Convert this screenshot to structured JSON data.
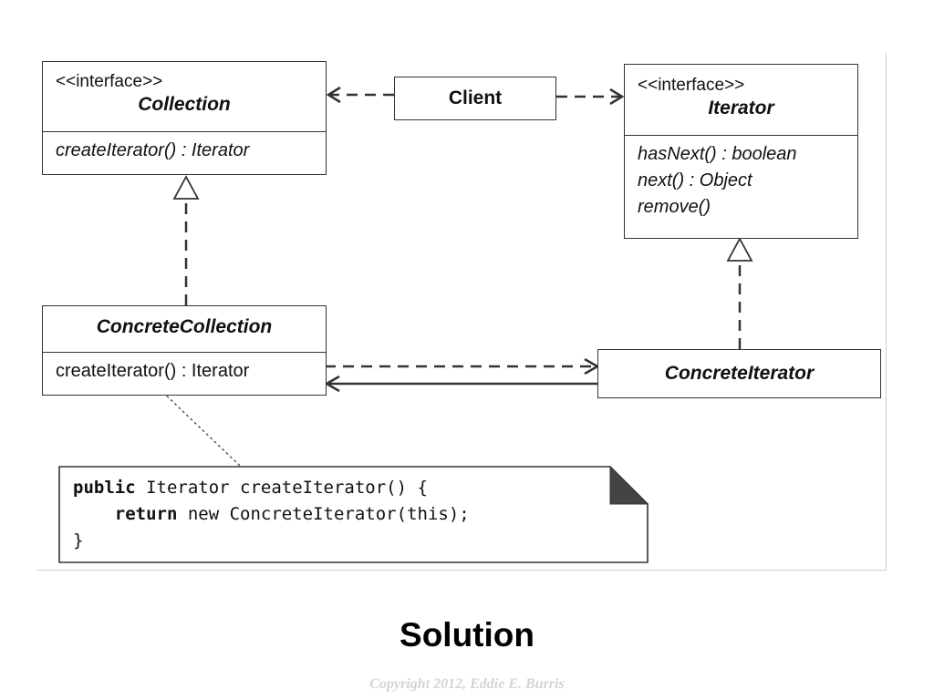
{
  "collection": {
    "stereotype": "<<interface>>",
    "name": "Collection",
    "operations": [
      "createIterator() : Iterator"
    ]
  },
  "client": {
    "name": "Client"
  },
  "iterator": {
    "stereotype": "<<interface>>",
    "name": "Iterator",
    "operations": [
      "hasNext() : boolean",
      "next() : Object",
      "remove()"
    ]
  },
  "concrete_collection": {
    "name": "ConcreteCollection",
    "operations": [
      "createIterator() : Iterator"
    ]
  },
  "concrete_iterator": {
    "name": "ConcreteIterator"
  },
  "note": {
    "line1_kw": "public",
    "line1_rest": " Iterator createIterator() {",
    "line2_indent": "    ",
    "line2_kw": "return",
    "line2_rest": " new ConcreteIterator(this);",
    "line3": "}"
  },
  "slide_title": "Solution",
  "copyright": "Copyright 2012, Eddie E. Burris",
  "colors": {
    "line": "#333333",
    "note_fold": "#444444",
    "footer": "#d4d4d4"
  }
}
